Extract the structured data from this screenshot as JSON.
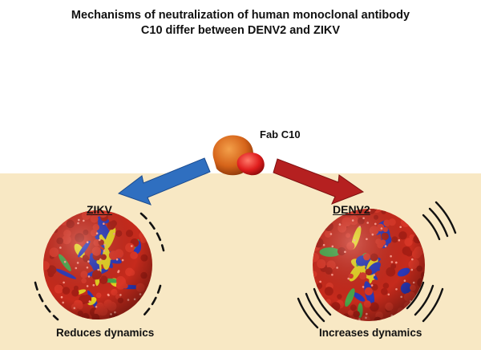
{
  "title": {
    "line1": "Mechanisms of neutralization of human monoclonal antibody",
    "line2": "C10 differ between DENV2 and ZIKV"
  },
  "fab_label": "Fab C10",
  "zikv": {
    "label": "ZIKV",
    "caption": "Reduces dynamics",
    "arrow_color": "#2f6fc0"
  },
  "denv2": {
    "label": "DENV2",
    "caption": "Increases dynamics",
    "arrow_color": "#b52020"
  },
  "colors": {
    "background_band": "#f8e8c4",
    "particle_red": "#c62a1c",
    "particle_blue": "#2a38b8",
    "particle_green": "#4aa64a",
    "particle_yellow": "#e6d21e",
    "fab_orange": "#d6641a",
    "fab_red": "#e01e1e"
  },
  "icons": {
    "zikv_motion": "dashed-restraint-arcs",
    "denv2_motion": "vibration-lines"
  }
}
